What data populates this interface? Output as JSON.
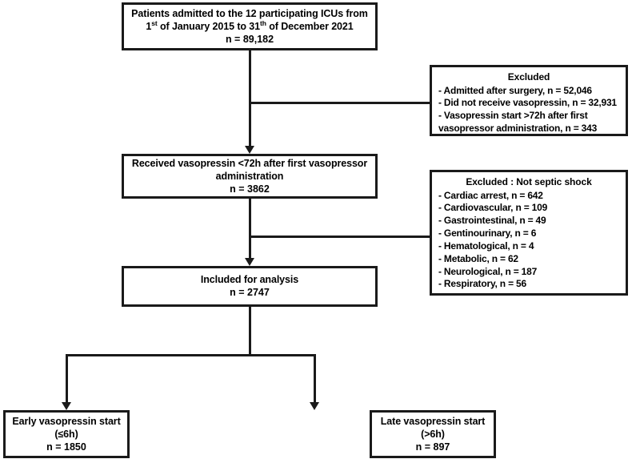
{
  "diagram": {
    "title": "Study participant flow diagram",
    "type": "flowchart",
    "stroke_color": "#1a1a1a",
    "background_color": "#ffffff"
  },
  "nodes": {
    "enrolled": {
      "line1": "Patients admitted to the 12 participating ICUs from",
      "line2_pre": "1",
      "line2_sup1": "st",
      "line2_mid": " of January 2015 to 31",
      "line2_sup2": "th",
      "line2_post": " of December 2021",
      "count": "n = 89,182"
    },
    "excluded_first": {
      "title": "Excluded",
      "items": [
        "- Admitted after surgery, n = 52,046",
        "- Did not receive vasopressin, n = 32,931",
        "- Vasopressin start >72h after first",
        "vasopressor administration, n = 343"
      ]
    },
    "received": {
      "line1": "Received vasopressin <72h after first vasopressor",
      "line2": "administration",
      "count": "n = 3862"
    },
    "excluded_second": {
      "title": "Excluded : Not septic shock",
      "items": [
        "- Cardiac arrest, n = 642",
        "- Cardiovascular, n = 109",
        "- Gastrointestinal, n = 49",
        "- Gentinourinary, n = 6",
        "- Hematological, n = 4",
        "- Metabolic, n = 62",
        "- Neurological, n = 187",
        "- Respiratory, n = 56"
      ]
    },
    "included": {
      "line1": "Included for analysis",
      "count": "n = 2747"
    },
    "early_group": {
      "line1": "Early vasopressin start",
      "line2": "(≤6h)",
      "count": "n = 1850"
    },
    "late_group": {
      "line1": "Late vasopressin start",
      "line2": "(>6h)",
      "count": "n = 897"
    }
  },
  "chart_data": {
    "type": "table",
    "title": "Patient flow counts",
    "categories": [
      "Patients admitted to the 12 participating ICUs from 1st of January 2015 to 31th of December 2021",
      "Excluded: Admitted after surgery",
      "Excluded: Did not receive vasopressin",
      "Excluded: Vasopressin start >72h after first vasopressor administration",
      "Received vasopressin <72h after first vasopressor administration",
      "Excluded not septic shock: Cardiac arrest",
      "Excluded not septic shock: Cardiovascular",
      "Excluded not septic shock: Gastrointestinal",
      "Excluded not septic shock: Gentinourinary",
      "Excluded not septic shock: Hematological",
      "Excluded not septic shock: Metabolic",
      "Excluded not septic shock: Neurological",
      "Excluded not septic shock: Respiratory",
      "Included for analysis",
      "Early vasopressin start (≤6h)",
      "Late vasopressin start (>6h)"
    ],
    "values": [
      89182,
      52046,
      32931,
      343,
      3862,
      642,
      109,
      49,
      6,
      4,
      62,
      187,
      56,
      2747,
      1850,
      897
    ],
    "xlabel": "",
    "ylabel": "n"
  }
}
